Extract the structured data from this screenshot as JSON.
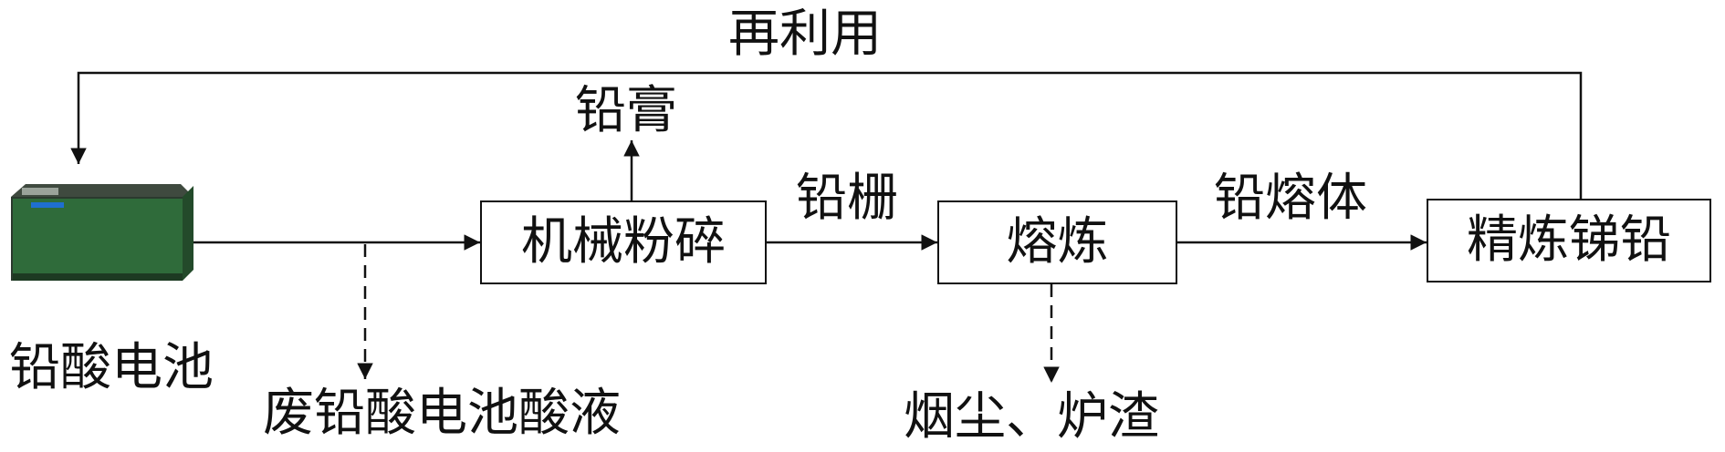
{
  "diagram": {
    "loop_label": "再利用",
    "battery_label": "铅酸电池",
    "nodes": {
      "crush": "机械粉碎",
      "smelt": "熔炼",
      "refine": "精炼锑铅"
    },
    "edge_labels": {
      "paste": "铅膏",
      "grid": "铅栅",
      "melt": "铅熔体"
    },
    "outputs": {
      "acid": "废铅酸电池酸液",
      "dust": "烟尘、炉渣"
    }
  }
}
